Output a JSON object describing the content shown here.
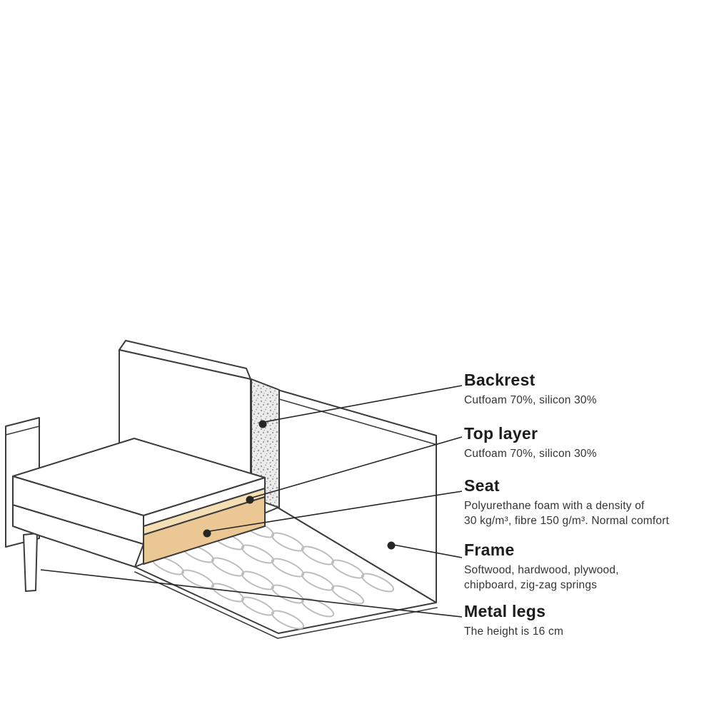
{
  "colors": {
    "line": "#3c3c3c",
    "text_title": "#1c1c1c",
    "text_body": "#343434",
    "seat_foam": "#ebc793",
    "top_layer": "#f4deb4",
    "speckle_base": "#ececec",
    "speckle_dot": "#9c9c9c",
    "spring": "#bdbdbd",
    "leader": "#262626",
    "page_bg": "#ffffff"
  },
  "callouts": [
    {
      "title": "Backrest",
      "line1": "Cutfoam 70%, silicon 30%",
      "line2": ""
    },
    {
      "title": "Top layer",
      "line1": "Cutfoam 70%, silicon 30%",
      "line2": ""
    },
    {
      "title": "Seat",
      "line1": "Polyurethane foam with a density of",
      "line2": "30 kg/m³, fibre 150 g/m³. Normal comfort"
    },
    {
      "title": "Frame",
      "line1": "Softwood, hardwood, plywood,",
      "line2": "chipboard, zig-zag springs"
    },
    {
      "title": "Metal legs",
      "line1": "The height is 16 cm",
      "line2": ""
    }
  ]
}
